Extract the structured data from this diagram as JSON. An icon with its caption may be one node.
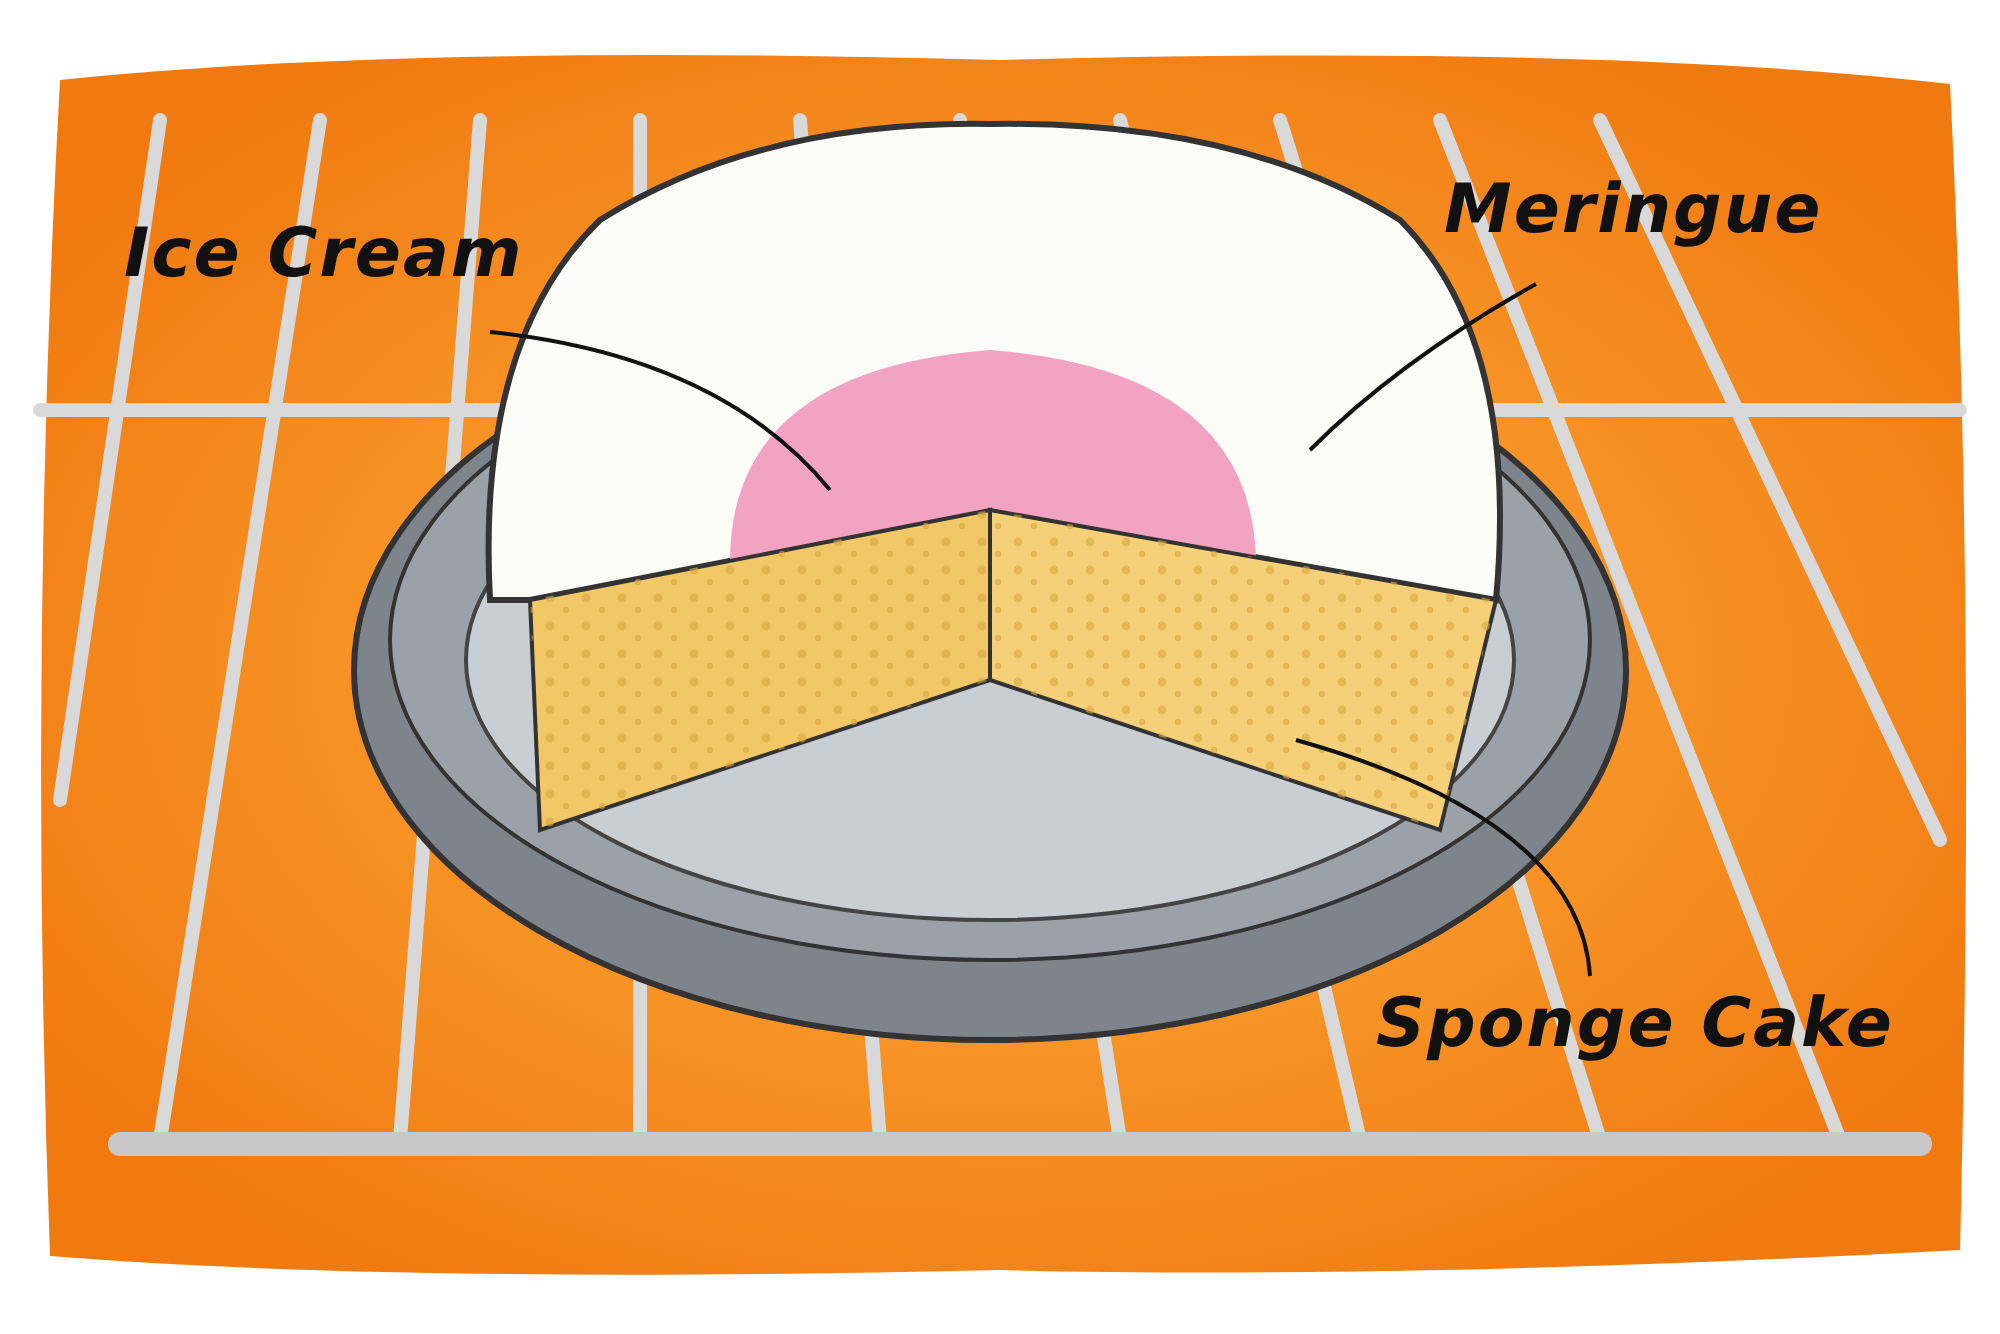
{
  "diagram": {
    "nodes": [
      {
        "text": [
          "Ice Cream"
        ]
      },
      {
        "text": [],
        "shape": "picture",
        "in": 3
      },
      {
        "text": [
          "Meringue"
        ]
      },
      {
        "text": [],
        "shape": "picture"
      },
      {
        "text": [],
        "shape": "picture"
      },
      {
        "text": [
          "Sponge Cake"
        ]
      }
    ],
    "edges": [
      {
        "from": 0,
        "to": 1,
        "arrow": "none"
      },
      {
        "from": 2,
        "to": 3,
        "arrow": "none"
      },
      {
        "from": 5,
        "to": 4,
        "arrow": "none"
      }
    ]
  }
}
